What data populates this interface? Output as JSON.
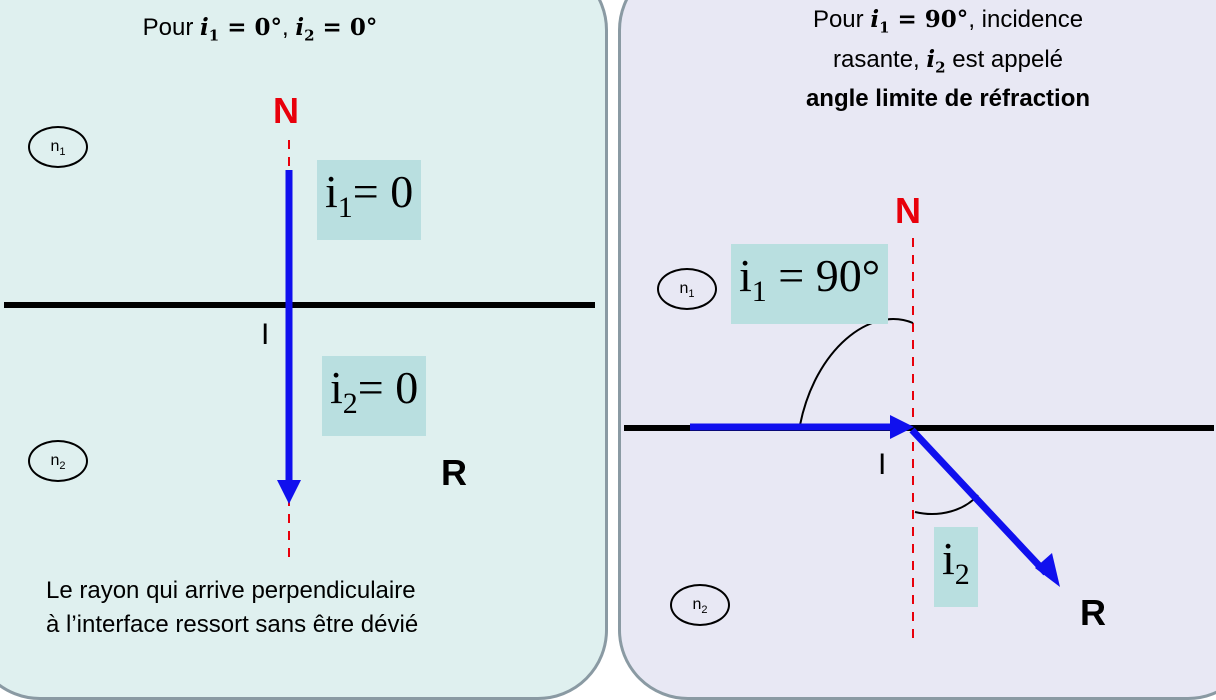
{
  "left_panel": {
    "title": {
      "prefix": "Pour ",
      "i1": "i",
      "i1_sub": "1",
      "eq1": " = ",
      "v1": "0°",
      "sep": ", ",
      "i2": "i",
      "i2_sub": "2",
      "eq2": " = ",
      "v2": "0°"
    },
    "normal_label": "N",
    "medium1": {
      "n": "n",
      "sub": "1"
    },
    "medium2": {
      "n": "n",
      "sub": "2"
    },
    "i1_box": {
      "i": "i",
      "sub": "1",
      "rest": "= 0"
    },
    "i2_box": {
      "i": "i",
      "sub": "2",
      "rest": "= 0"
    },
    "incidence_point": "I",
    "ray_label": "R",
    "description_line1": "Le rayon qui arrive perpendiculaire",
    "description_line2": "à l’interface ressort sans être dévié"
  },
  "right_panel": {
    "title": {
      "prefix": "Pour ",
      "i1": "i",
      "i1_sub": "1",
      "eq1": " = ",
      "v1": "90°",
      "mid": ", incidence",
      "line2_pre": "rasante, ",
      "i2": "i",
      "i2_sub": "2",
      "line2_post": " est appelé",
      "line3": "angle limite de réfraction"
    },
    "normal_label": "N",
    "medium1": {
      "n": "n",
      "sub": "1"
    },
    "medium2": {
      "n": "n",
      "sub": "2"
    },
    "i1_box": {
      "i": "i",
      "sub": "1",
      "rest": " = 90°"
    },
    "i2_box": {
      "i": "i",
      "sub": "2"
    },
    "incidence_point": "I",
    "ray_label": "R"
  },
  "colors": {
    "ray": "#1010ee",
    "normal": "#e8000b",
    "interface": "#000000",
    "angle_box": "#b9dfe0"
  }
}
